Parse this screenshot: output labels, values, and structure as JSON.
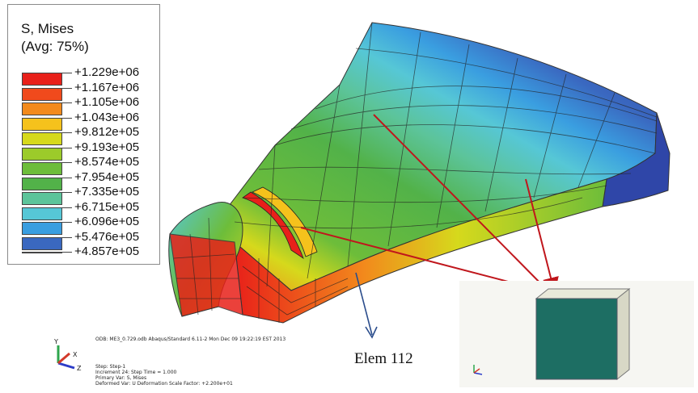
{
  "legend": {
    "title": "S, Mises",
    "subtitle": "(Avg: 75%)",
    "levels": [
      {
        "label": "+1.229e+06",
        "color": "#e8201a"
      },
      {
        "label": "+1.167e+06",
        "color": "#f04a1c"
      },
      {
        "label": "+1.105e+06",
        "color": "#f28a1c"
      },
      {
        "label": "+1.043e+06",
        "color": "#f5c21c"
      },
      {
        "label": "+9.812e+05",
        "color": "#d6d91c"
      },
      {
        "label": "+9.193e+05",
        "color": "#9ccb2a"
      },
      {
        "label": "+8.574e+05",
        "color": "#6dbd3a"
      },
      {
        "label": "+7.954e+05",
        "color": "#52b249"
      },
      {
        "label": "+7.335e+05",
        "color": "#5cc49a"
      },
      {
        "label": "+6.715e+05",
        "color": "#56c7d6"
      },
      {
        "label": "+6.096e+05",
        "color": "#3a9ee0"
      },
      {
        "label": "+5.476e+05",
        "color": "#3a68c0"
      },
      {
        "label": "+4.857e+05",
        "color": "#2f46a8"
      }
    ]
  },
  "info": {
    "header": "ODB: ME3_0.729.odb    Abaqus/Standard 6.11-2    Mon Dec 09 19:22:19 EST 2013",
    "step": "Step: Step-1",
    "increment": "Increment     24: Step Time =    1.000",
    "primary": "Primary Var: S, Mises",
    "deformed": "Deformed Var: U   Deformation Scale Factor: +2.200e+01"
  },
  "triad": {
    "x": "X",
    "y": "Y",
    "z": "Z"
  },
  "annotation": {
    "elem_label": "Elem 112",
    "arrow_color": "#c0161c",
    "pointer_color": "#2b4d8c"
  },
  "inset": {
    "cube_front": "#1d6e63",
    "cube_side": "#d8d8c6"
  }
}
